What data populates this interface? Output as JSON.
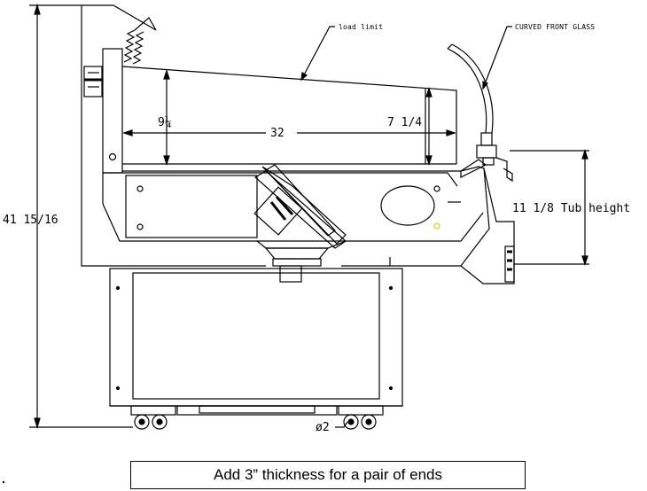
{
  "labels": {
    "callout_top": "load limit",
    "callout_glass": "CURVED FRONT GLASS",
    "dim_height_left": "9¼",
    "dim_width": "32",
    "dim_height_right": "7 1/4",
    "dim_tub_height": "11 1/8 Tub height",
    "dim_overall_height": "41 15/16",
    "dim_caster": "ø2"
  },
  "note": {
    "text": "Add 3” thickness for a pair of ends"
  }
}
